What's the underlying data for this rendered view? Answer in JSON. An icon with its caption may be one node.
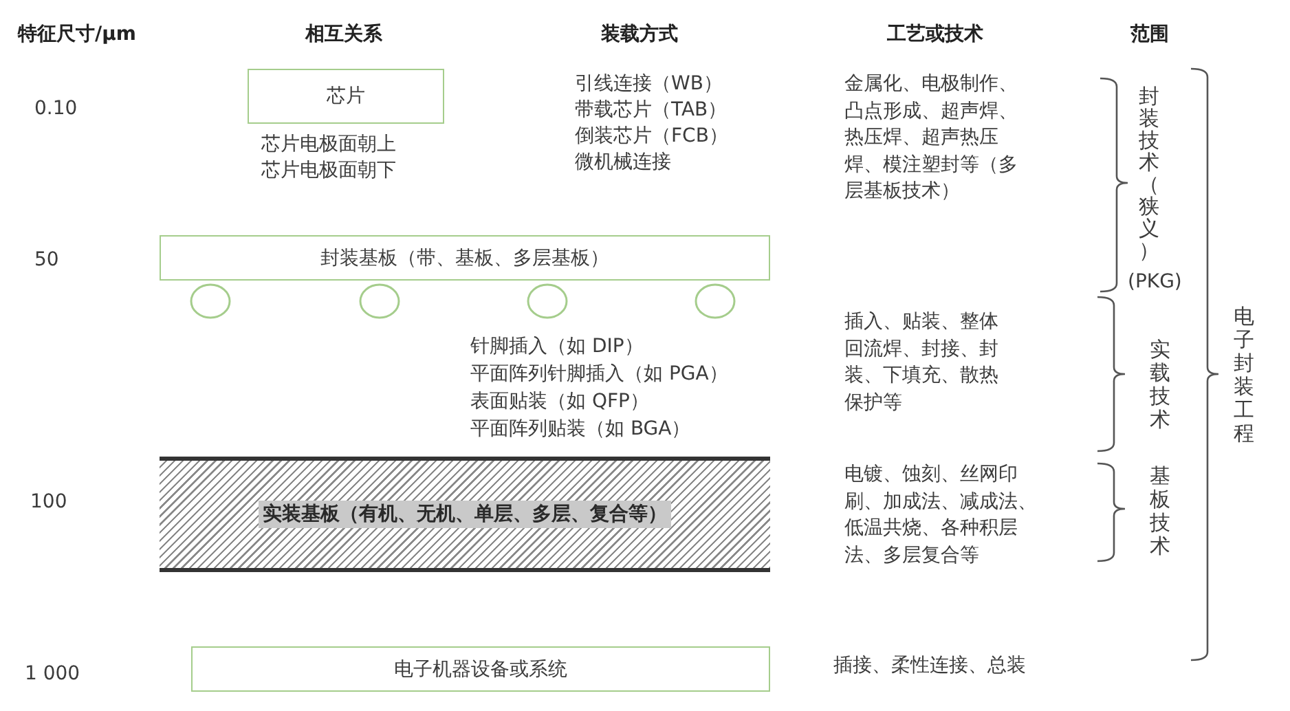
{
  "diagram": {
    "nodes": [
      {
        "text": [
          "芯片"
        ]
      },
      {
        "text": [
          "封装基板（带、基板、多层基板）"
        ]
      },
      {
        "text": [],
        "shape": "circle"
      },
      {
        "text": [],
        "shape": "circle"
      },
      {
        "text": [],
        "shape": "circle"
      },
      {
        "text": [],
        "shape": "circle"
      },
      {
        "text": [
          "实装基板（有机、无机、单层、多层、复合等）"
        ]
      },
      {
        "text": [
          "电子机器设备或系统"
        ]
      }
    ],
    "labels": [
      "特征尺寸/μm",
      "相互关系",
      "装载方式",
      "工艺或技术",
      "范围",
      "0.10",
      "芯片电极面朝上",
      "芯片电极面朝下",
      "引线连接（WB）",
      "带载芯片（TAB）",
      "倒装芯片（FCB）",
      "微机械连接",
      "金属化、电极制作、凸点形成、超声焊、热压焊、超声热压焊、模注塑封等（多层基板技术）",
      "封装技术（狭义）",
      "(PKG)",
      "电子封装工程",
      "50",
      "针脚插入（如 DIP）",
      "平面阵列针脚插入（如 PGA）",
      "表面贴装（如 QFP）",
      "平面阵列贴装（如 BGA）",
      "插入、贴装、整体回流焊、封接、封装、下填充、散热保护等",
      "实载技术",
      "100",
      "电镀、蚀刻、丝网印刷、加成法、减成法、低温共烧、各种积层法、多层复合等",
      "基板技术",
      "1 000",
      "插接、柔性连接、总装"
    ]
  }
}
